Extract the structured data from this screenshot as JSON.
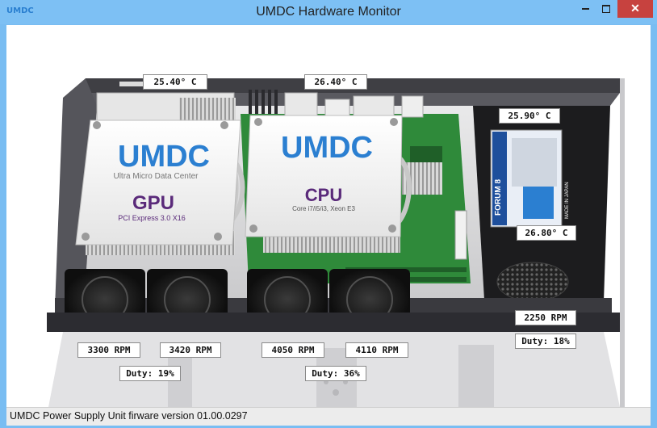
{
  "window": {
    "title": "UMDC Hardware Monitor",
    "app_logo_text": "UMDC",
    "close_glyph": "✕"
  },
  "board": {
    "gpu_card": {
      "logo_text": "UMDC",
      "tagline": "Ultra Micro Data Center",
      "name": "GPU",
      "subtitle": "PCI Express 3.0 X16"
    },
    "cpu_card": {
      "logo_text": "UMDC",
      "name": "CPU",
      "subtitle": "Core i7/i5/i3, Xeon E3"
    },
    "psu_label_text": "FORUM 8",
    "psu_side_text": "MADE IN JAPAN"
  },
  "readings": {
    "temp_gpu": "25.40° C",
    "temp_cpu": "26.40° C",
    "temp_psu_top": "25.90° C",
    "temp_psu_bottom": "26.80° C",
    "fan1_rpm": "3300 RPM",
    "fan2_rpm": "3420 RPM",
    "fan3_rpm": "4050 RPM",
    "fan4_rpm": "4110 RPM",
    "psu_fan_rpm": "2250 RPM",
    "duty_left": "Duty: 19%",
    "duty_center": "Duty: 36%",
    "duty_psu": "Duty: 18%"
  },
  "status": {
    "text": "UMDC Power Supply Unit firware version 01.00.0297"
  },
  "colors": {
    "accent": "#2b7fd1",
    "gpu_purple": "#5a2a7a",
    "pcb_green": "#2f8a3a",
    "close_red": "#c7423f"
  }
}
